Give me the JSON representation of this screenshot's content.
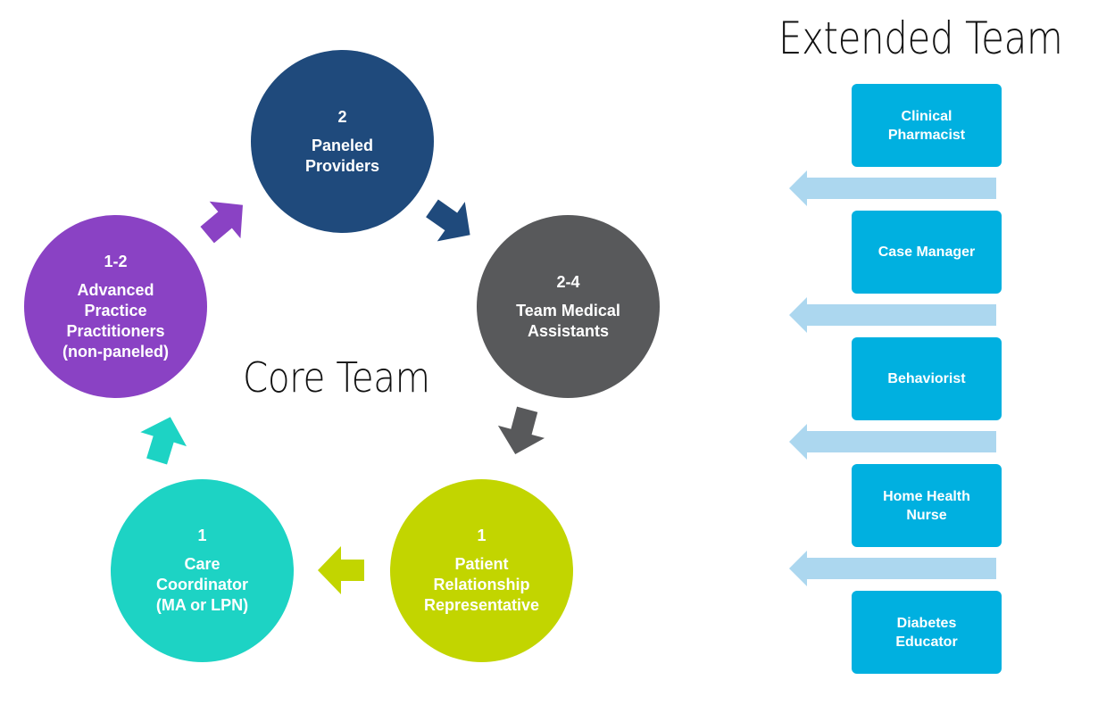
{
  "core_team": {
    "title": "Core Team",
    "roles": [
      {
        "count": "2",
        "label": "Paneled\nProviders",
        "color": "#1F4A7C"
      },
      {
        "count": "2-4",
        "label": "Team Medical\nAssistants",
        "color": "#58595B"
      },
      {
        "count": "1",
        "label": "Patient\nRelationship\nRepresentative",
        "color": "#C2D500"
      },
      {
        "count": "1",
        "label": "Care\nCoordinator\n(MA or LPN)",
        "color": "#1DD3C4"
      },
      {
        "count": "1-2",
        "label": "Advanced\nPractice\nPractitioners\n(non-paneled)",
        "color": "#8A42C4"
      }
    ]
  },
  "extended_team": {
    "title": "Extended Team",
    "box_color": "#00B0E0",
    "arrow_color": "#ACD7EF",
    "roles": [
      {
        "label": "Clinical\nPharmacist"
      },
      {
        "label": "Case Manager"
      },
      {
        "label": "Behaviorist"
      },
      {
        "label": "Home Health\nNurse"
      },
      {
        "label": "Diabetes\nEducator"
      }
    ]
  }
}
